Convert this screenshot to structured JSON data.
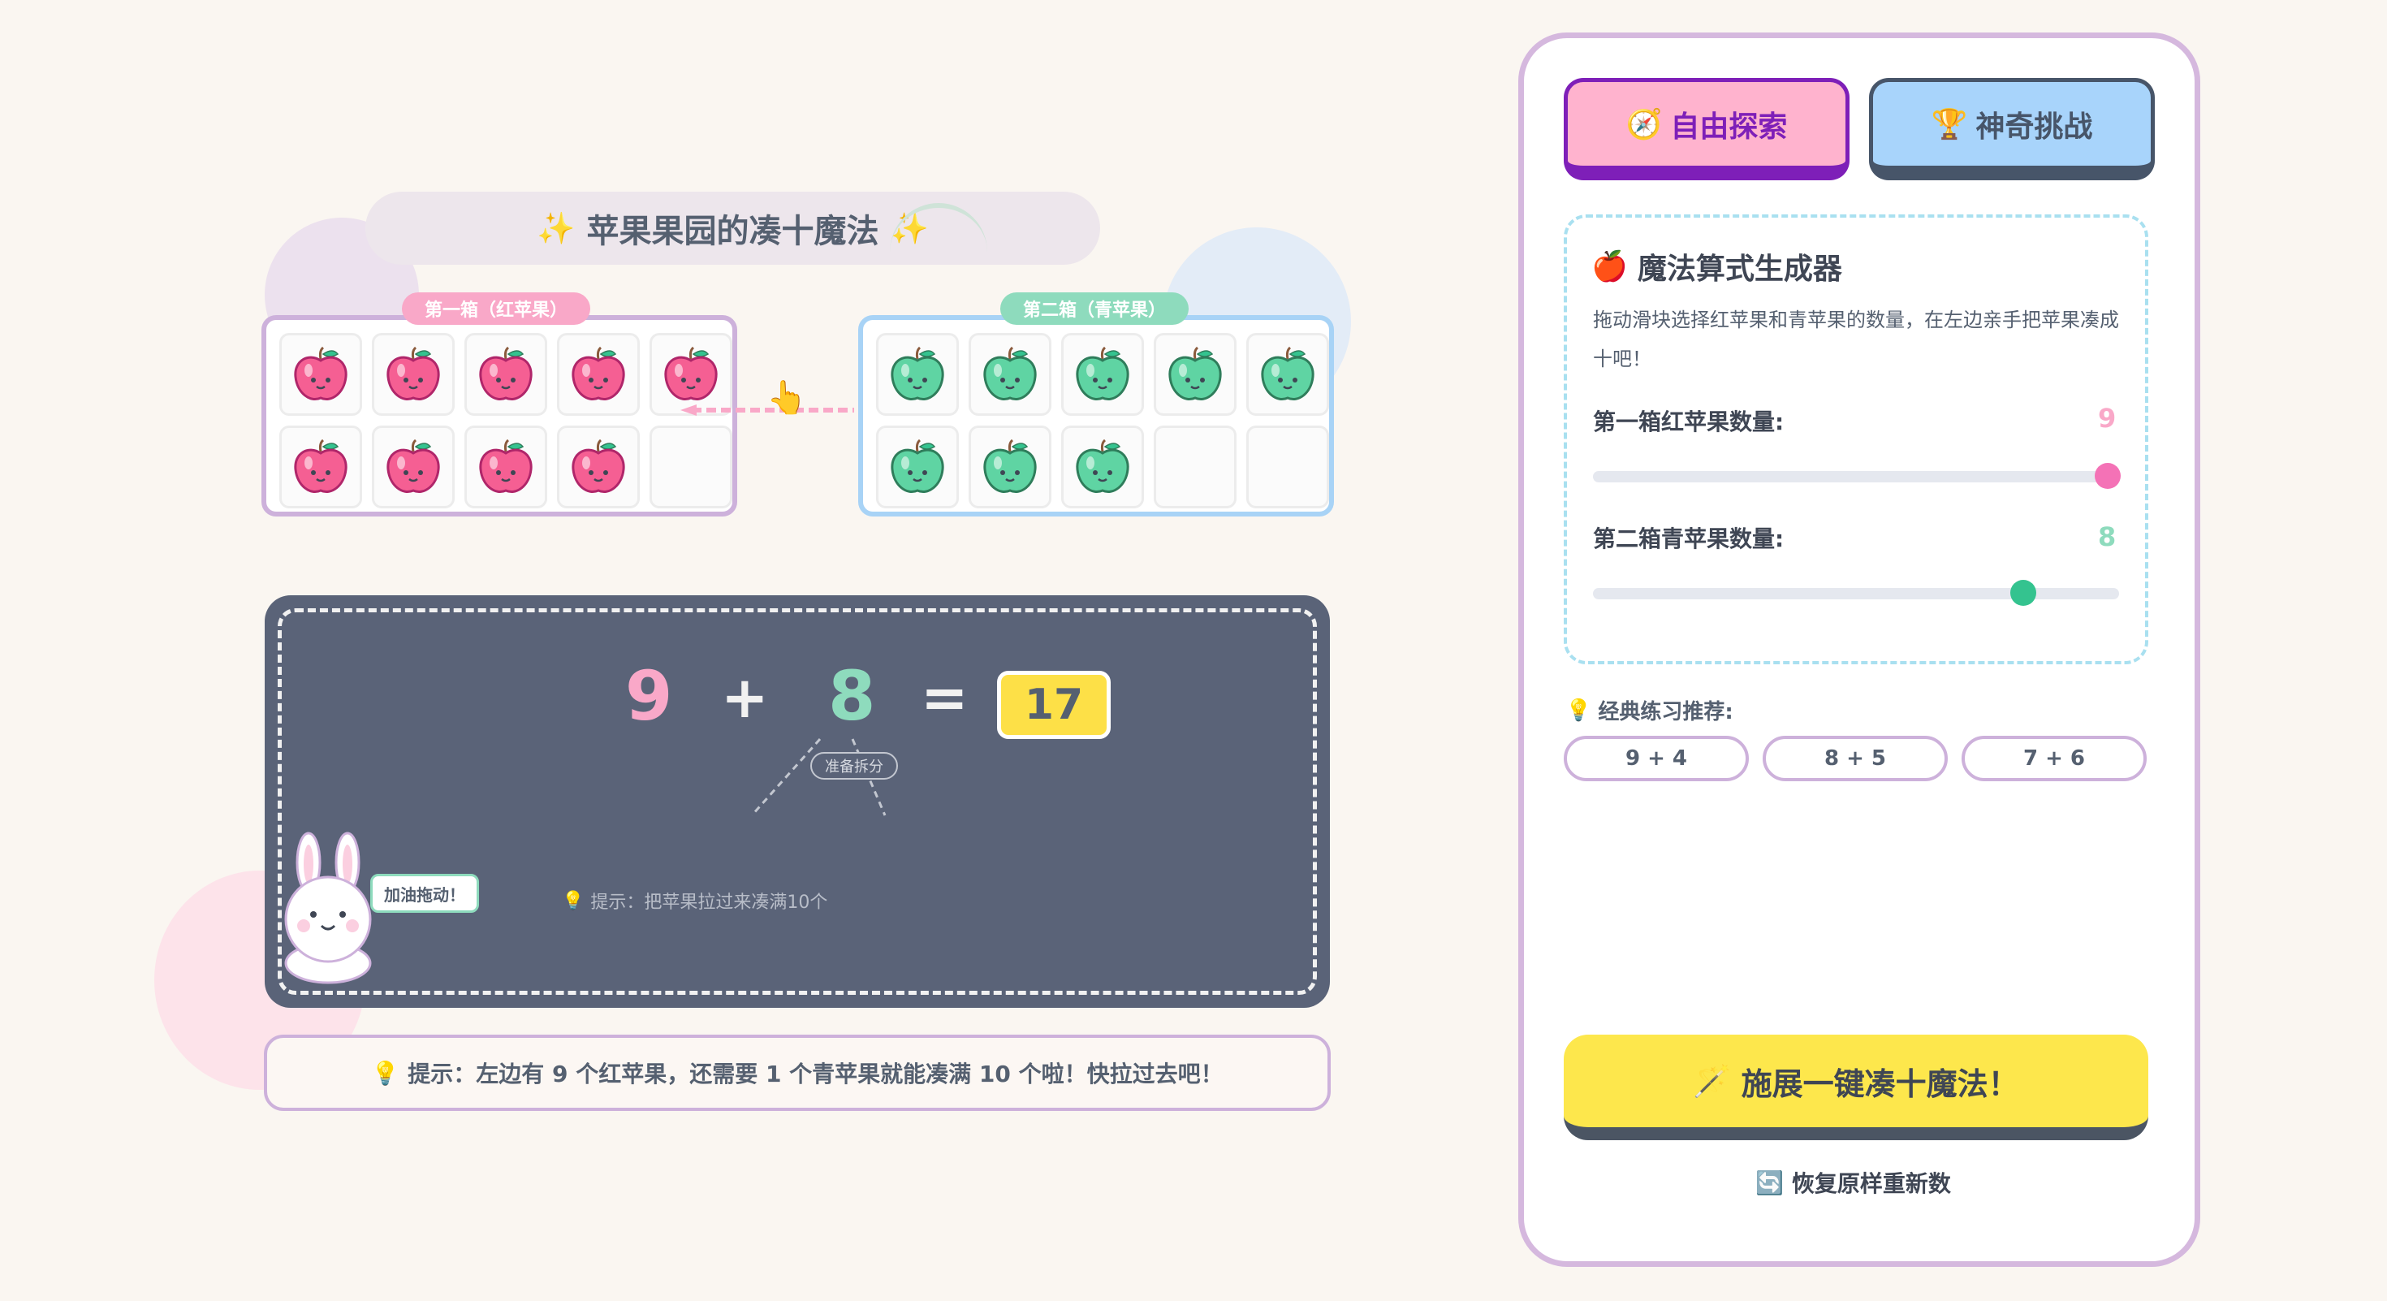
{
  "title": {
    "text": "苹果果园的凑十魔法",
    "spark": "✨"
  },
  "boxes": {
    "red": {
      "label": "第一箱（红苹果）",
      "count": 9,
      "capacity": 10
    },
    "green": {
      "label": "第二箱（青苹果）",
      "count": 8,
      "capacity": 10
    }
  },
  "colors": {
    "red": "#f472b6",
    "green": "#34c38f",
    "accent": "#fde047",
    "purple": "#cdb1db",
    "blue": "#a8d3f6"
  },
  "equation": {
    "a": "9",
    "plus": "+",
    "b": "8",
    "equals": "=",
    "result": "17",
    "split_label": "准备拆分"
  },
  "board_hint": {
    "icon": "💡",
    "text": "提示：把苹果拉过来凑满10个"
  },
  "bunny": {
    "bubble": "加油拖动！"
  },
  "hint_bar": {
    "icon": "💡",
    "text": "提示：左边有 9 个红苹果，还需要 1 个青苹果就能凑满 10 个啦！快拉过去吧！"
  },
  "tabs": {
    "free": {
      "icon": "🧭",
      "label": "自由探索"
    },
    "challenge": {
      "icon": "🏆",
      "label": "神奇挑战"
    }
  },
  "generator": {
    "icon": "🍎",
    "title": "魔法算式生成器",
    "desc": "拖动滑块选择红苹果和青苹果的数量，在左边亲手把苹果凑成十吧！",
    "red_label": "第一箱红苹果数量:",
    "red_value": "9",
    "green_label": "第二箱青苹果数量:",
    "green_value": "8"
  },
  "classic": {
    "icon": "💡",
    "title": "经典练习推荐:",
    "items": [
      "9 + 4",
      "8 + 5",
      "7 + 6"
    ]
  },
  "magic_button": {
    "icon": "🪄",
    "label": "施展一键凑十魔法！"
  },
  "reset": {
    "icon": "🔄",
    "label": "恢复原样重新数"
  }
}
